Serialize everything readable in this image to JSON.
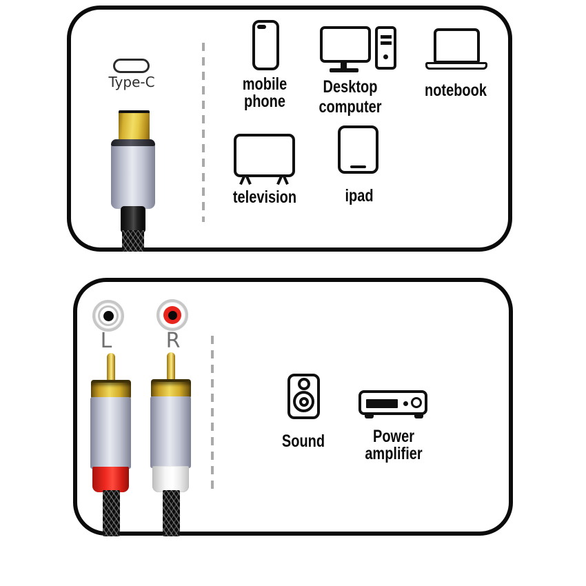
{
  "top_panel": {
    "connector": {
      "type_label": "Type-C",
      "port_icon": "type-c-port-icon",
      "photo": "type-c-plug-photo"
    },
    "devices": [
      {
        "icon": "mobile-phone-icon",
        "label_line1": "mobile",
        "label_line2": "phone"
      },
      {
        "icon": "desktop-computer-icon",
        "label_line1": "Desktop",
        "label_line2": "computer"
      },
      {
        "icon": "notebook-icon",
        "label_line1": "notebook"
      },
      {
        "icon": "television-icon",
        "label_line1": "television"
      },
      {
        "icon": "ipad-icon",
        "label_line1": "ipad"
      }
    ]
  },
  "bottom_panel": {
    "channels": {
      "left_label": "L",
      "right_label": "R"
    },
    "jacks": {
      "left_icon": "rca-jack-white-icon",
      "right_icon": "rca-jack-red-icon"
    },
    "plugs": {
      "left_photo": "rca-plug-red-photo",
      "right_photo": "rca-plug-white-photo"
    },
    "devices": [
      {
        "icon": "speaker-icon",
        "label_line1": "Sound"
      },
      {
        "icon": "power-amplifier-icon",
        "label_line1": "Power",
        "label_line2": "amplifier"
      }
    ]
  },
  "colors": {
    "panel_border": "#0b0b0b",
    "label_text": "#0a0a0a",
    "secondary_text": "#707070",
    "divider_dash": "#a9a9a9",
    "gold": "#e8c94f",
    "silver": "#c3c6d4",
    "red_band": "#e8231c",
    "white_band": "#f5f5f5",
    "jack_red_center": "#e8251d",
    "cable_black": "#0d0d0d"
  }
}
